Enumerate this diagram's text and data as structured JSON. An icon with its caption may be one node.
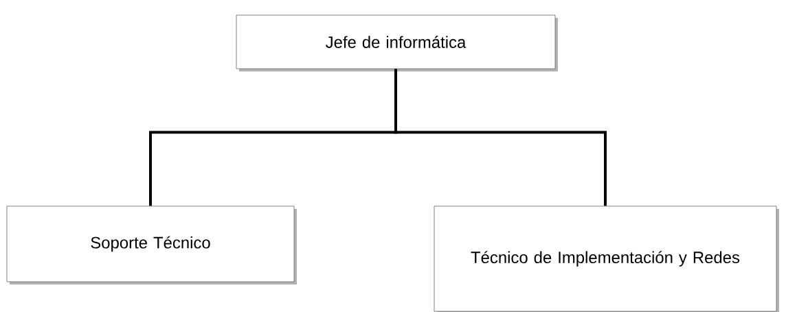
{
  "diagram": {
    "nodes": [
      {
        "text": [
          "Jefe de informática"
        ]
      },
      {
        "text": [
          "Soporte Técnico"
        ]
      },
      {
        "text": [
          "Técnico de Implementación y Redes"
        ]
      }
    ],
    "edges": [
      {
        "from": 0,
        "to": 1,
        "arrow": "none"
      },
      {
        "from": 0,
        "to": 2,
        "arrow": "none"
      }
    ]
  }
}
